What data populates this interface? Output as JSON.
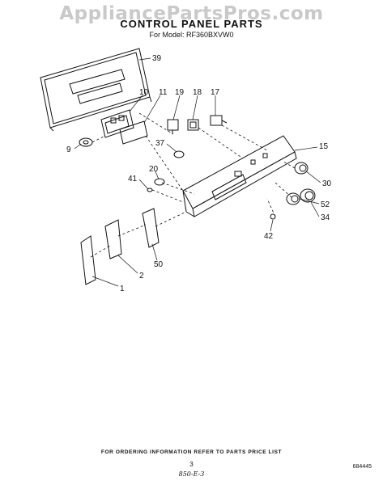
{
  "watermark": "AppliancePartsPros.com",
  "header": {
    "title": "CONTROL PANEL PARTS",
    "subtitle": "For Model: RF360BXVW0"
  },
  "callouts": [
    "39",
    "10",
    "11",
    "19",
    "18",
    "17",
    "9",
    "37",
    "15",
    "20",
    "41",
    "30",
    "52",
    "34",
    "42",
    "50",
    "2",
    "1"
  ],
  "footer": {
    "note": "FOR ORDERING INFORMATION REFER TO PARTS PRICE LIST",
    "page": "3",
    "code": "850-E-3",
    "ref": "684445"
  }
}
